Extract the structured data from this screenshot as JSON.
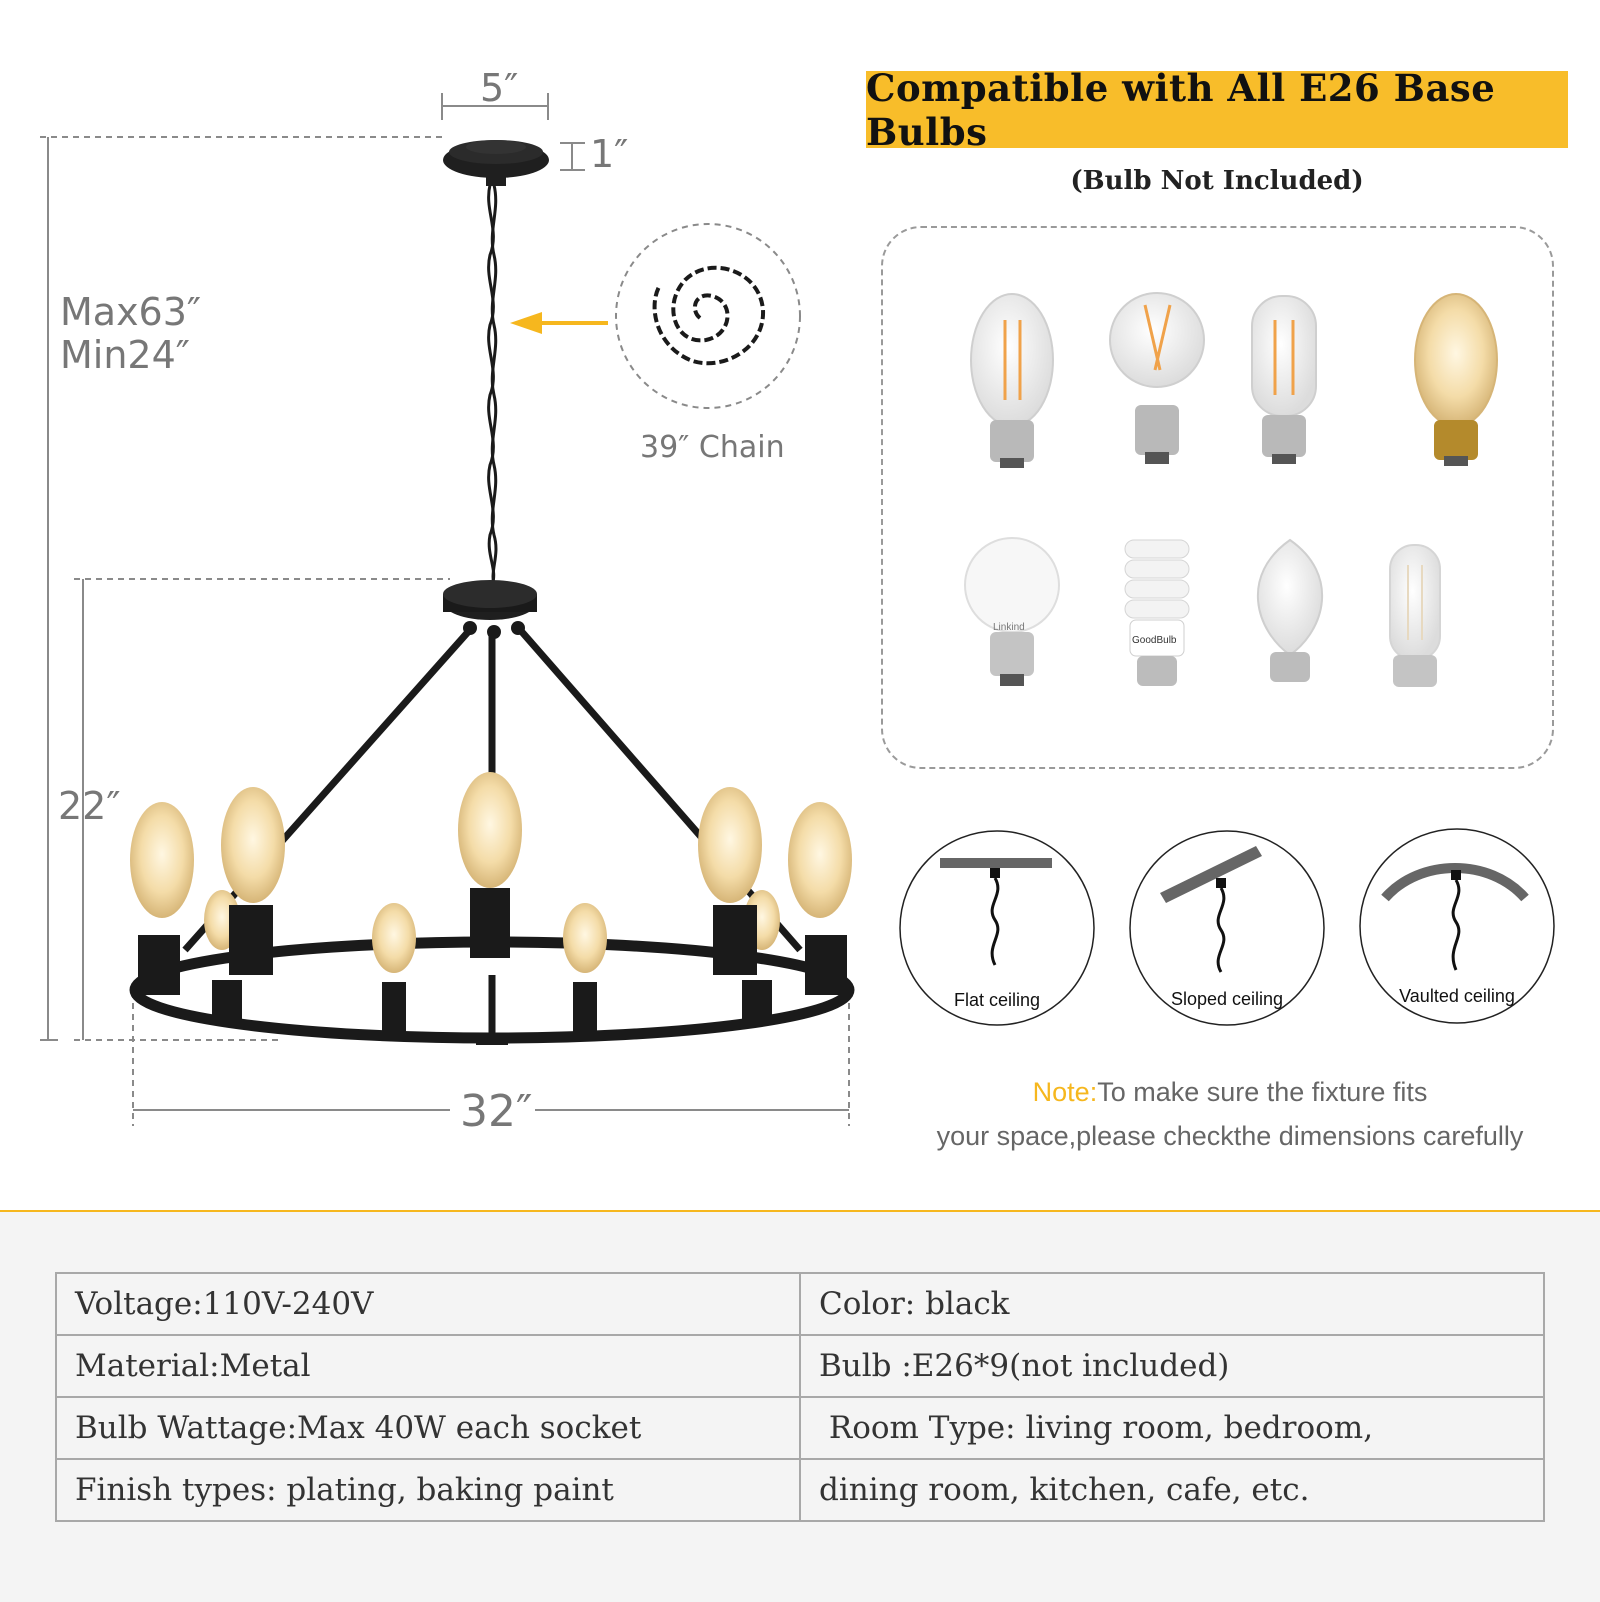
{
  "dimensions": {
    "canopy_width": "5″",
    "canopy_height": "1″",
    "max_height": "Max63″",
    "min_height": "Min24″",
    "body_height": "22″",
    "diameter": "32″",
    "chain": "39″ Chain"
  },
  "banner": {
    "title": "Compatible with All E26 Base Bulbs",
    "subtitle": "(Bulb Not Included)"
  },
  "bulbs": {
    "brand_a": "Linkind",
    "brand_b": "GoodBulb"
  },
  "ceilings": [
    {
      "label": "Flat ceiling"
    },
    {
      "label": "Sloped ceiling"
    },
    {
      "label": "Vaulted ceiling"
    }
  ],
  "note": {
    "prefix": "Note:",
    "line1": "To make sure the fixture fits",
    "line2": "your space,please checkthe dimensions carefully"
  },
  "specs": [
    [
      "Voltage:110V-240V",
      "Color: black"
    ],
    [
      "Material:Metal",
      "Bulb :E26*9(not included)"
    ],
    [
      "Bulb Wattage:Max 40W each socket",
      " Room Type: living room, bedroom,"
    ],
    [
      "Finish types: plating, baking paint",
      "dining room, kitchen, cafe, etc."
    ]
  ],
  "colors": {
    "accent": "#f8bd2a",
    "fixture": "#1a1a1a",
    "dimension_line": "#8a8a8a",
    "bulb_glow": "#f3c878"
  }
}
